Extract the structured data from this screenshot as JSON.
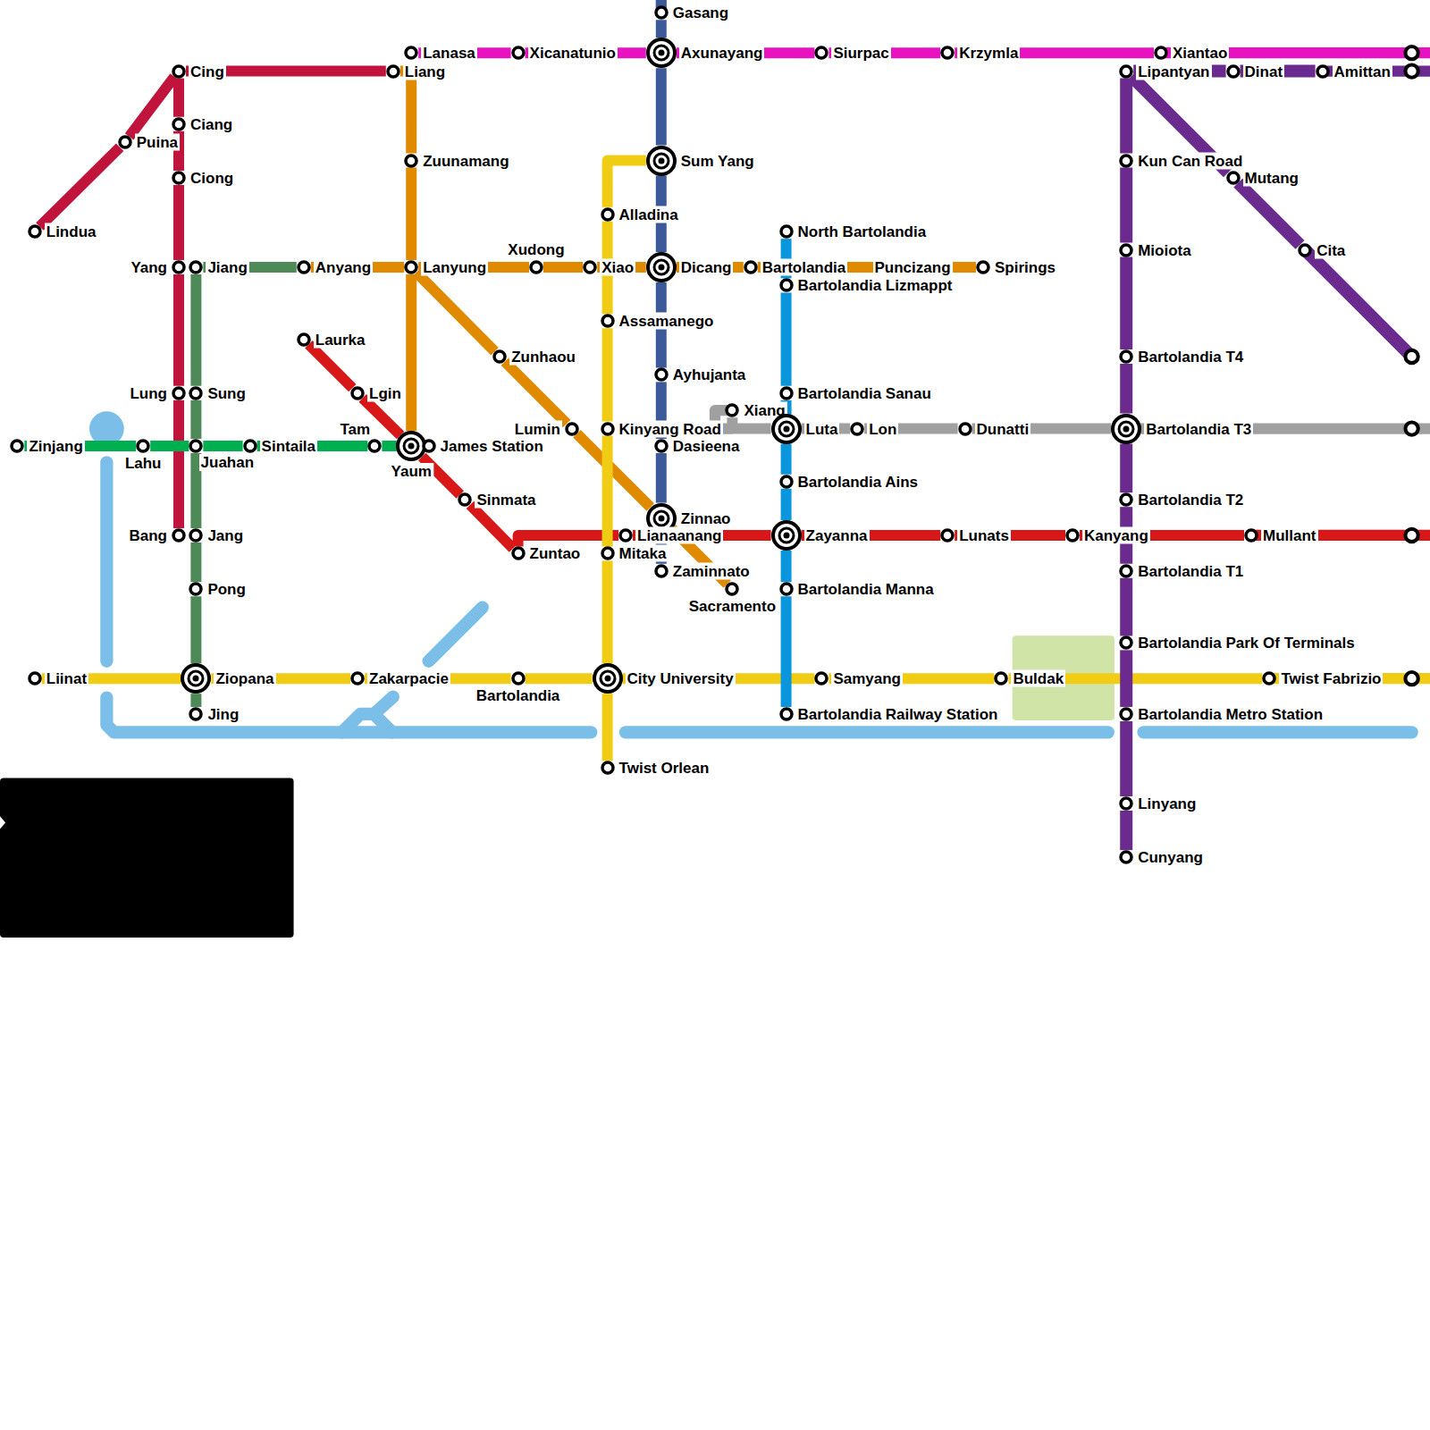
{
  "diagram": {
    "nodes": [
      {
        "text": [
          "Gasang"
        ]
      },
      {
        "text": [
          "Lanasa"
        ]
      },
      {
        "text": [
          "Xicanatunio"
        ]
      },
      {
        "text": [
          "Axunayang"
        ]
      },
      {
        "text": [
          "Siurpac"
        ]
      },
      {
        "text": [
          "Krzymla"
        ]
      },
      {
        "text": [
          "Xiantao"
        ]
      },
      {
        "text": [
          "Cing"
        ]
      },
      {
        "text": [
          "Liang"
        ]
      },
      {
        "text": [
          "Lipantyan"
        ]
      },
      {
        "text": [
          "Dinat"
        ]
      },
      {
        "text": [
          "Amittan"
        ]
      },
      {
        "text": [
          "Ciang"
        ]
      },
      {
        "text": [
          "Puina"
        ]
      },
      {
        "text": [
          "Zuunamang"
        ]
      },
      {
        "text": [
          "Sum Yang"
        ]
      },
      {
        "text": [
          "Kun Can Road"
        ]
      },
      {
        "text": [
          "Mutang"
        ]
      },
      {
        "text": [
          "Ciong"
        ]
      },
      {
        "text": [
          "Alladina"
        ]
      },
      {
        "text": [
          "Lindua"
        ]
      },
      {
        "text": [
          "North Bartolandia"
        ]
      },
      {
        "text": [
          "Mioiota"
        ]
      },
      {
        "text": [
          "Cita"
        ]
      },
      {
        "text": [
          "Yang"
        ]
      },
      {
        "text": [
          "Jiang"
        ]
      },
      {
        "text": [
          "Anyang"
        ]
      },
      {
        "text": [
          "Lanyung"
        ]
      },
      {
        "text": [
          "Xudong"
        ]
      },
      {
        "text": [
          "Xiao"
        ]
      },
      {
        "text": [
          "Dicang"
        ]
      },
      {
        "text": [
          "Bartolandia"
        ]
      },
      {
        "text": [
          "Spirings"
        ]
      },
      {
        "text": [
          "Bartolandia Lizmappt"
        ]
      },
      {
        "text": [
          "Assamanego"
        ]
      },
      {
        "text": [
          "Laurka"
        ]
      },
      {
        "text": [
          "Zunhaou"
        ]
      },
      {
        "text": [
          "Bartolandia T4"
        ]
      },
      {
        "text": [
          "Ayhujanta"
        ]
      },
      {
        "text": [
          "Lung"
        ]
      },
      {
        "text": [
          "Sung"
        ]
      },
      {
        "text": [
          "Lgin"
        ]
      },
      {
        "text": [
          "Bartolandia Sanau"
        ]
      },
      {
        "text": [
          "Xiang"
        ]
      },
      {
        "text": [
          "Lumin"
        ]
      },
      {
        "text": [
          "Kinyang Road"
        ]
      },
      {
        "text": [
          "Luta"
        ]
      },
      {
        "text": [
          "Lon"
        ]
      },
      {
        "text": [
          "Dunatti"
        ]
      },
      {
        "text": [
          "Bartolandia T3"
        ]
      },
      {
        "text": [
          "Zinjang"
        ]
      },
      {
        "text": [
          "Lahu"
        ]
      },
      {
        "text": [
          "Juahan"
        ]
      },
      {
        "text": [
          "Sintaila"
        ]
      },
      {
        "text": [
          "Tam"
        ]
      },
      {
        "text": [
          "Yaum"
        ]
      },
      {
        "text": [
          "James Station"
        ]
      },
      {
        "text": [
          "Dasieena"
        ]
      },
      {
        "text": [
          "Bartolandia Ains"
        ]
      },
      {
        "text": [
          "Sinmata"
        ]
      },
      {
        "text": [
          "Bartolandia T2"
        ]
      },
      {
        "text": [
          "Zinnao"
        ]
      },
      {
        "text": [
          "Bang"
        ]
      },
      {
        "text": [
          "Jang"
        ]
      },
      {
        "text": [
          "Lianaanang"
        ]
      },
      {
        "text": [
          "Zayanna"
        ]
      },
      {
        "text": [
          "Lunats"
        ]
      },
      {
        "text": [
          "Kanyang"
        ]
      },
      {
        "text": [
          "Mullant"
        ]
      },
      {
        "text": [
          "Zuntao"
        ]
      },
      {
        "text": [
          "Mitaka"
        ]
      },
      {
        "text": [
          "Zaminnato"
        ]
      },
      {
        "text": [
          "Bartolandia T1"
        ]
      },
      {
        "text": [
          "Pong"
        ]
      },
      {
        "text": [
          "Sacramento"
        ]
      },
      {
        "text": [
          "Bartolandia Manna"
        ]
      },
      {
        "text": [
          "Bartolandia Park Of Terminals"
        ]
      },
      {
        "text": [
          "Liinat"
        ]
      },
      {
        "text": [
          "Ziopana"
        ]
      },
      {
        "text": [
          "Zakarpacie"
        ]
      },
      {
        "text": [
          "Bartolandia"
        ]
      },
      {
        "text": [
          "City University"
        ]
      },
      {
        "text": [
          "Samyang"
        ]
      },
      {
        "text": [
          "Buldak"
        ]
      },
      {
        "text": [
          "Twist Fabrizio"
        ]
      },
      {
        "text": [
          "Jing"
        ]
      },
      {
        "text": [
          "Bartolandia Railway Station"
        ]
      },
      {
        "text": [
          "Bartolandia Metro Station"
        ]
      },
      {
        "text": [
          "Twist Orlean"
        ]
      },
      {
        "text": [
          "Linyang"
        ]
      },
      {
        "text": [
          "Cunyang"
        ]
      }
    ],
    "edges": [
      {
        "from": 1,
        "to": 2,
        "arrow": "none"
      },
      {
        "from": 2,
        "to": 3,
        "arrow": "none"
      },
      {
        "from": 3,
        "to": 4,
        "arrow": "none"
      },
      {
        "from": 4,
        "to": 5,
        "arrow": "none"
      },
      {
        "from": 5,
        "to": 6,
        "arrow": "none"
      },
      {
        "from": 0,
        "to": 3,
        "arrow": "none"
      },
      {
        "from": 3,
        "to": 15,
        "arrow": "none"
      },
      {
        "from": 15,
        "to": 30,
        "arrow": "none"
      },
      {
        "from": 30,
        "to": 38,
        "arrow": "none"
      },
      {
        "from": 38,
        "to": 57,
        "arrow": "none"
      },
      {
        "from": 57,
        "to": 61,
        "arrow": "none"
      },
      {
        "from": 61,
        "to": 71,
        "arrow": "none"
      },
      {
        "from": 20,
        "to": 13,
        "arrow": "none"
      },
      {
        "from": 13,
        "to": 7,
        "arrow": "none"
      },
      {
        "from": 7,
        "to": 8,
        "arrow": "none"
      },
      {
        "from": 7,
        "to": 12,
        "arrow": "none"
      },
      {
        "from": 12,
        "to": 18,
        "arrow": "none"
      },
      {
        "from": 18,
        "to": 24,
        "arrow": "none"
      },
      {
        "from": 24,
        "to": 39,
        "arrow": "none"
      },
      {
        "from": 39,
        "to": 62,
        "arrow": "none"
      },
      {
        "from": 8,
        "to": 14,
        "arrow": "none"
      },
      {
        "from": 14,
        "to": 27,
        "arrow": "none"
      },
      {
        "from": 27,
        "to": 55,
        "arrow": "none"
      },
      {
        "from": 26,
        "to": 27,
        "arrow": "none"
      },
      {
        "from": 27,
        "to": 28,
        "arrow": "none"
      },
      {
        "from": 28,
        "to": 29,
        "arrow": "none"
      },
      {
        "from": 29,
        "to": 30,
        "arrow": "none"
      },
      {
        "from": 30,
        "to": 31,
        "arrow": "none"
      },
      {
        "from": 31,
        "to": 32,
        "arrow": "none"
      },
      {
        "from": 27,
        "to": 36,
        "arrow": "none"
      },
      {
        "from": 36,
        "to": 44,
        "arrow": "none"
      },
      {
        "from": 44,
        "to": 61,
        "arrow": "none"
      },
      {
        "from": 61,
        "to": 74,
        "arrow": "none"
      },
      {
        "from": 25,
        "to": 26,
        "arrow": "none"
      },
      {
        "from": 25,
        "to": 40,
        "arrow": "none"
      },
      {
        "from": 40,
        "to": 52,
        "arrow": "none"
      },
      {
        "from": 52,
        "to": 63,
        "arrow": "none"
      },
      {
        "from": 63,
        "to": 73,
        "arrow": "none"
      },
      {
        "from": 73,
        "to": 78,
        "arrow": "none"
      },
      {
        "from": 78,
        "to": 85,
        "arrow": "none"
      },
      {
        "from": 50,
        "to": 51,
        "arrow": "none"
      },
      {
        "from": 51,
        "to": 52,
        "arrow": "none"
      },
      {
        "from": 52,
        "to": 53,
        "arrow": "none"
      },
      {
        "from": 53,
        "to": 54,
        "arrow": "none"
      },
      {
        "from": 54,
        "to": 55,
        "arrow": "none"
      },
      {
        "from": 35,
        "to": 41,
        "arrow": "none"
      },
      {
        "from": 41,
        "to": 55,
        "arrow": "none"
      },
      {
        "from": 55,
        "to": 59,
        "arrow": "none"
      },
      {
        "from": 59,
        "to": 69,
        "arrow": "none"
      },
      {
        "from": 69,
        "to": 64,
        "arrow": "none"
      },
      {
        "from": 64,
        "to": 65,
        "arrow": "none"
      },
      {
        "from": 65,
        "to": 66,
        "arrow": "none"
      },
      {
        "from": 66,
        "to": 67,
        "arrow": "none"
      },
      {
        "from": 67,
        "to": 68,
        "arrow": "none"
      },
      {
        "from": 77,
        "to": 78,
        "arrow": "none"
      },
      {
        "from": 78,
        "to": 79,
        "arrow": "none"
      },
      {
        "from": 79,
        "to": 80,
        "arrow": "none"
      },
      {
        "from": 80,
        "to": 81,
        "arrow": "none"
      },
      {
        "from": 81,
        "to": 82,
        "arrow": "none"
      },
      {
        "from": 82,
        "to": 83,
        "arrow": "none"
      },
      {
        "from": 83,
        "to": 84,
        "arrow": "none"
      },
      {
        "from": 15,
        "to": 19,
        "arrow": "none"
      },
      {
        "from": 19,
        "to": 34,
        "arrow": "none"
      },
      {
        "from": 34,
        "to": 45,
        "arrow": "none"
      },
      {
        "from": 45,
        "to": 70,
        "arrow": "none"
      },
      {
        "from": 70,
        "to": 81,
        "arrow": "none"
      },
      {
        "from": 81,
        "to": 88,
        "arrow": "none"
      },
      {
        "from": 21,
        "to": 33,
        "arrow": "none"
      },
      {
        "from": 33,
        "to": 42,
        "arrow": "none"
      },
      {
        "from": 42,
        "to": 46,
        "arrow": "none"
      },
      {
        "from": 46,
        "to": 58,
        "arrow": "none"
      },
      {
        "from": 58,
        "to": 65,
        "arrow": "none"
      },
      {
        "from": 65,
        "to": 75,
        "arrow": "none"
      },
      {
        "from": 75,
        "to": 86,
        "arrow": "none"
      },
      {
        "from": 43,
        "to": 46,
        "arrow": "none"
      },
      {
        "from": 46,
        "to": 47,
        "arrow": "none"
      },
      {
        "from": 47,
        "to": 48,
        "arrow": "none"
      },
      {
        "from": 48,
        "to": 49,
        "arrow": "none"
      },
      {
        "from": 9,
        "to": 10,
        "arrow": "none"
      },
      {
        "from": 10,
        "to": 11,
        "arrow": "none"
      },
      {
        "from": 9,
        "to": 16,
        "arrow": "none"
      },
      {
        "from": 16,
        "to": 22,
        "arrow": "none"
      },
      {
        "from": 22,
        "to": 37,
        "arrow": "none"
      },
      {
        "from": 37,
        "to": 49,
        "arrow": "none"
      },
      {
        "from": 49,
        "to": 60,
        "arrow": "none"
      },
      {
        "from": 60,
        "to": 72,
        "arrow": "none"
      },
      {
        "from": 72,
        "to": 76,
        "arrow": "none"
      },
      {
        "from": 76,
        "to": 87,
        "arrow": "none"
      },
      {
        "from": 87,
        "to": 89,
        "arrow": "none"
      },
      {
        "from": 89,
        "to": 90,
        "arrow": "none"
      },
      {
        "from": 9,
        "to": 17,
        "arrow": "none"
      },
      {
        "from": 17,
        "to": 23,
        "arrow": "none"
      }
    ],
    "labels": [
      "Puncizang"
    ]
  }
}
